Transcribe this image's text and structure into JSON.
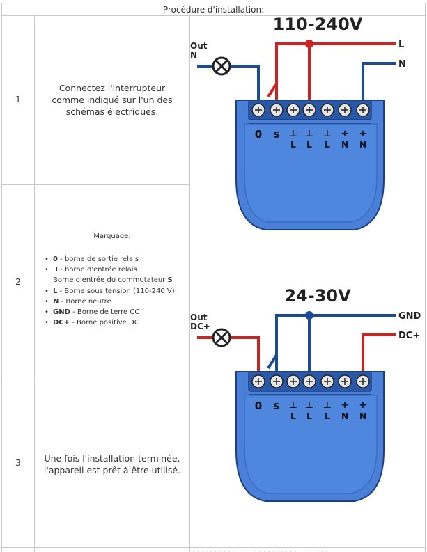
{
  "table": {
    "header": "Procédure d'installation:",
    "rows": [
      {
        "number": "1",
        "text": "Connectez l'interrupteur comme indiqué sur l'un des schémas électriques."
      },
      {
        "number": "2"
      },
      {
        "number": "3",
        "text": "Une fois l'installation terminée, l'appareil est prêt à être utilisé."
      }
    ],
    "marquage": {
      "title": "Marquage:",
      "items": [
        {
          "key": "0",
          "desc": "- borne de sortie relais"
        },
        {
          "key": "I",
          "desc": "- borne d'entrée relais"
        },
        {
          "key": "",
          "desc": "Borne d'entrée du commutateur",
          "tail": "S"
        },
        {
          "key": "L",
          "desc": "- Borne sous tension (110-240 V)"
        },
        {
          "key": "N",
          "desc": "- Borne neutre"
        },
        {
          "key": "GND",
          "desc": "- Borne de terre CC"
        },
        {
          "key": "DC+",
          "desc": "- Borne positive DC"
        }
      ]
    }
  },
  "diagrams": [
    {
      "voltage": "110-240V",
      "out_label_1": "Out",
      "out_label_2": "N",
      "right_top": "L",
      "right_bottom": "N",
      "top_wire_color": "#cc2222",
      "bottom_wire_color": "#1a4a9a",
      "terminals": [
        "0",
        "S",
        "L",
        "L",
        "L",
        "N",
        "N"
      ]
    },
    {
      "voltage": "24-30V",
      "out_label_1": "Out",
      "out_label_2": "DC+",
      "right_top": "GND",
      "right_bottom": "DC+",
      "top_wire_color": "#1a4a9a",
      "bottom_wire_color": "#cc2222",
      "terminals": [
        "0",
        "S",
        "L",
        "L",
        "L",
        "N",
        "N"
      ]
    }
  ],
  "colors": {
    "device_blue": "#4a80d8",
    "device_dark": "#2a5fb0",
    "border": "#c8c8c8"
  }
}
